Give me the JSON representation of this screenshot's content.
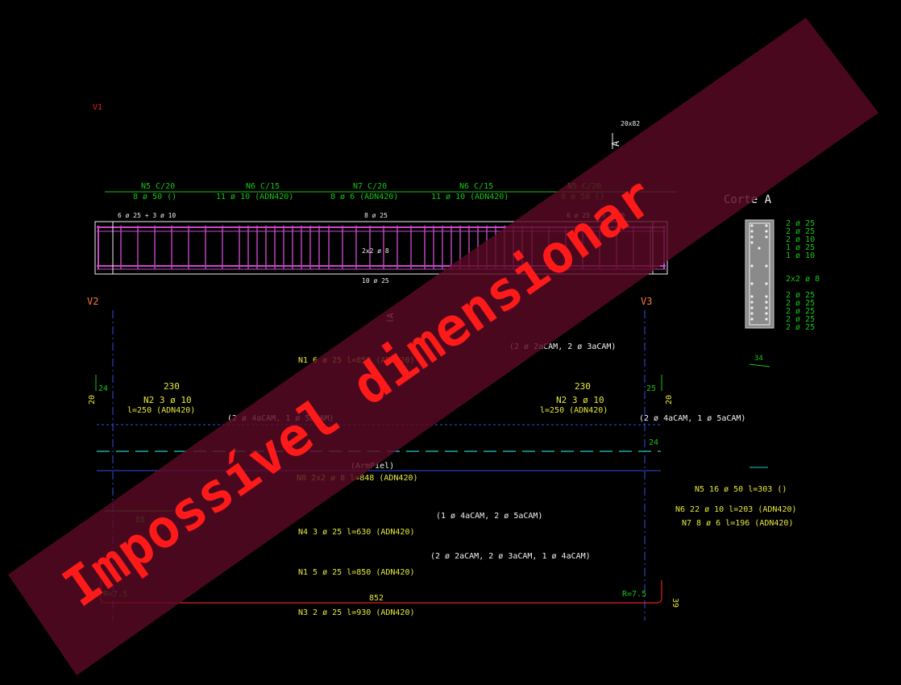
{
  "colors": {
    "background": "#000000",
    "rebar": "#c848c8",
    "green_text": "#19c419",
    "yellow_text": "#e8e83a",
    "white_text": "#f0f0f0",
    "red_label": "#e02020",
    "orange_label": "#ff7a3a",
    "blue_axis": "#3050e0",
    "cyan_line": "#20c8c8",
    "watermark_band": "#5a0a24",
    "watermark_text": "#ff1a1a"
  },
  "beam_name": "V1",
  "section_ref": "20x82",
  "cut_marker": "A",
  "top_view": {
    "stirrup_groups": [
      {
        "mark": "N5 C/20",
        "spec": "8 ø 50 ()"
      },
      {
        "mark": "N6 C/15",
        "spec": "11 ø 10 (ADN420)"
      },
      {
        "mark": "N7 C/20",
        "spec": "8 ø 6 (ADN420)"
      },
      {
        "mark": "N6 C/15",
        "spec": "11 ø 10 (ADN420)"
      },
      {
        "mark": "N5 C/20",
        "spec": "8 ø 50 ()"
      }
    ],
    "top_bars_left": "6 ø 25 + 3 ø 10",
    "top_bars_mid": "8 ø 25",
    "top_bars_right": "6 ø 25 + 3 ø 10",
    "skin_bars": "2x2 ø 8",
    "bottom_bars": "10 ø 25"
  },
  "section": {
    "title": "Corte A",
    "top_labels": [
      "2 ø 25",
      "2 ø 25",
      "2 ø 10",
      "1 ø 25",
      "1 ø 10"
    ],
    "mid_label": "2x2 ø 8",
    "bottom_labels": [
      "2 ø 25",
      "2 ø 25",
      "2 ø 25",
      "2 ø 25",
      "2 ø 25"
    ],
    "dim": "34"
  },
  "supports": {
    "left": "V2",
    "right": "V3"
  },
  "elevation": {
    "n1_top": "N1  6 ø 25  l=850 (ADN420)",
    "n1_top_layers": "(2 ø 2aCAM, 2 ø 3aCAM)",
    "dim_left": "24",
    "dim_right": "25",
    "vert_left": "20",
    "vert_right": "20",
    "n2_left_len": "230",
    "n2_left_mark": "N2  3 ø 10",
    "n2_left_spec": "l=250 (ADN420)",
    "n2_right_len": "230",
    "n2_right_mark": "N2  3 ø 10",
    "n2_right_spec": "l=250 (ADN420)",
    "layers_left": "(2 ø 4aCAM, 1 ø 5aCAM)",
    "layers_right": "(2 ø 4aCAM, 1 ø 5aCAM)",
    "dim_24b": "24",
    "armpiel": "(ArmPiel)",
    "n8": "N8  2x2 ø 8  l=848 (ADN420)",
    "dim_85": "85",
    "n4_layers": "(1 ø 4aCAM, 2 ø 5aCAM)",
    "n4": "N4  3 ø 25  l=630 (ADN420)",
    "n1_bottom_layers": "(2 ø 2aCAM, 2 ø 3aCAM, 1 ø 4aCAM)",
    "n1_bottom": "N1  5 ø 25  l=850 (ADN420)",
    "r_left": "R=7.5",
    "r_right": "R=7.5",
    "dim_852": "852",
    "dim_39": "39",
    "n3": "N3  2 ø 25  l=930 (ADN420)"
  },
  "stirrup_schedule": [
    "N5  16 ø 50  l=303 ()",
    "N6  22 ø 10  l=203 (ADN420)",
    "N7  8 ø 6  l=196 (ADN420)"
  ],
  "watermark": "Impossível dimensionar"
}
